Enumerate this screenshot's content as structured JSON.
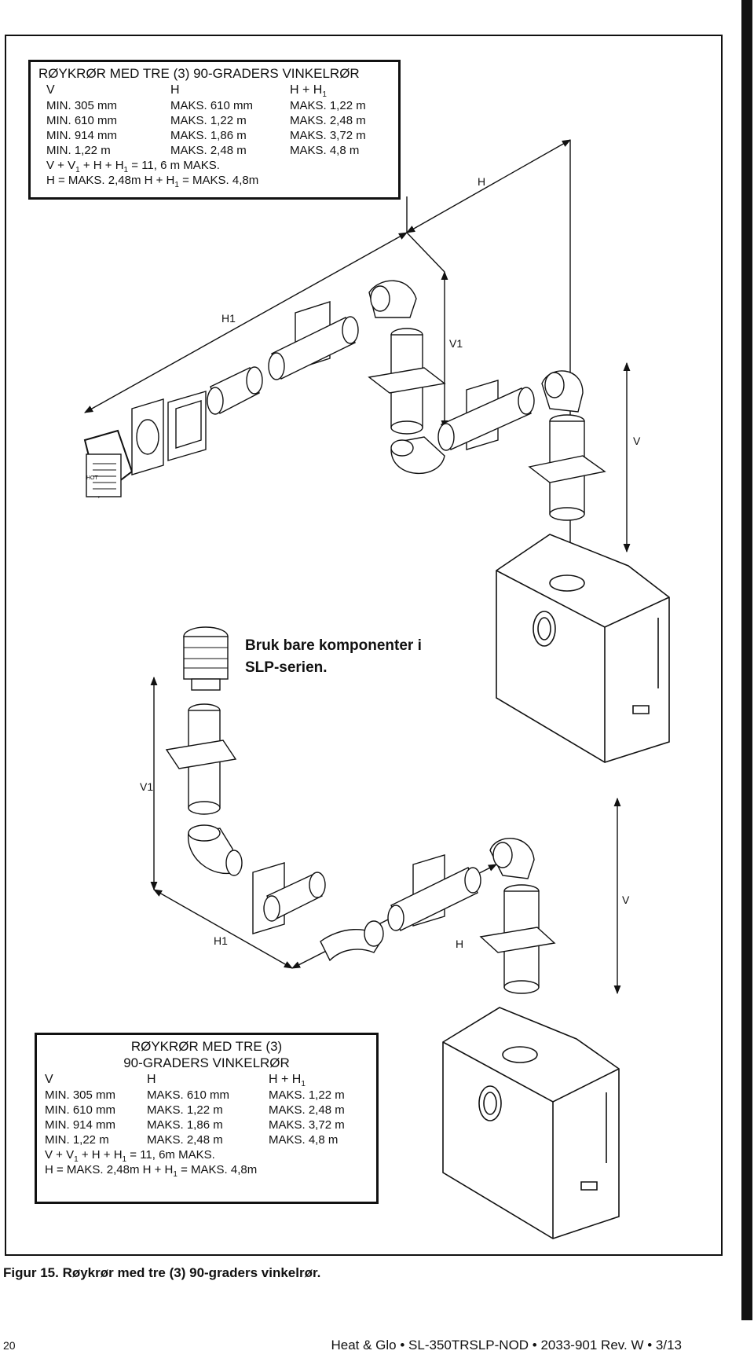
{
  "table_top": {
    "title": "RØYKRØR MED TRE (3) 90-GRADERS VINKELRØR",
    "col_v": "V",
    "col_h": "H",
    "col_hh": "H + H",
    "col_hh_sub": "1",
    "rows": [
      {
        "v": "MIN. 305 mm",
        "h": "MAKS.  610 mm",
        "hh": "MAKS.  1,22 m"
      },
      {
        "v": "MIN. 610 mm",
        "h": "MAKS.  1,22 m",
        "hh": "MAKS.  2,48 m"
      },
      {
        "v": "MIN. 914 mm",
        "h": "MAKS.  1,86 m",
        "hh": "MAKS.  3,72 m"
      },
      {
        "v": "MIN. 1,22 m",
        "h": "MAKS.  2,48 m",
        "hh": "MAKS.  4,8 m"
      }
    ],
    "sum_a": "V + V",
    "sum_b": " + H + H",
    "sum_c": "  = 11, 6 m MAKS.",
    "line2_a": "H = MAKS. 2,48m     H + H",
    "line2_b": " = MAKS. 4,8m",
    "sub": "1"
  },
  "table_bottom": {
    "title_line1": "RØYKRØR MED TRE (3)",
    "title_line2": "90-GRADERS VINKELRØR",
    "col_v": "V",
    "col_h": "H",
    "col_hh": "H + H",
    "col_hh_sub": "1",
    "rows": [
      {
        "v": "MIN. 305 mm",
        "h": "MAKS.  610 mm",
        "hh": "MAKS.  1,22 m"
      },
      {
        "v": "MIN. 610 mm",
        "h": "MAKS.  1,22 m",
        "hh": "MAKS.  2,48 m"
      },
      {
        "v": "MIN. 914 mm",
        "h": "MAKS.  1,86 m",
        "hh": "MAKS.  3,72 m"
      },
      {
        "v": "MIN. 1,22 m",
        "h": "MAKS.  2,48 m",
        "hh": "MAKS.  4,8 m"
      }
    ],
    "sum_a": "V + V",
    "sum_b": " + H + H",
    "sum_c": "  = 11, 6m MAKS.",
    "line2_a": "H = MAKS. 2,48m     H + H",
    "line2_b": " = MAKS. 4,8m",
    "sub": "1"
  },
  "labels": {
    "h_top": "H",
    "h1_top": "H1",
    "v1_top": "V1",
    "v_top": "V",
    "v1_bottom": "V1",
    "v_bottom": "V",
    "h1_bottom": "H1",
    "h_bottom": "H",
    "vent_cap": "HOT"
  },
  "note": {
    "line1": "Bruk bare komponenter i",
    "line2": "SLP-serien."
  },
  "caption": "Figur 15.  Røykrør med tre (3) 90-graders vinkelrør.",
  "page_number": "20",
  "footer": "Heat & Glo  •  SL-350TRSLP-NOD  •  2033-901 Rev. W  •  3/13"
}
